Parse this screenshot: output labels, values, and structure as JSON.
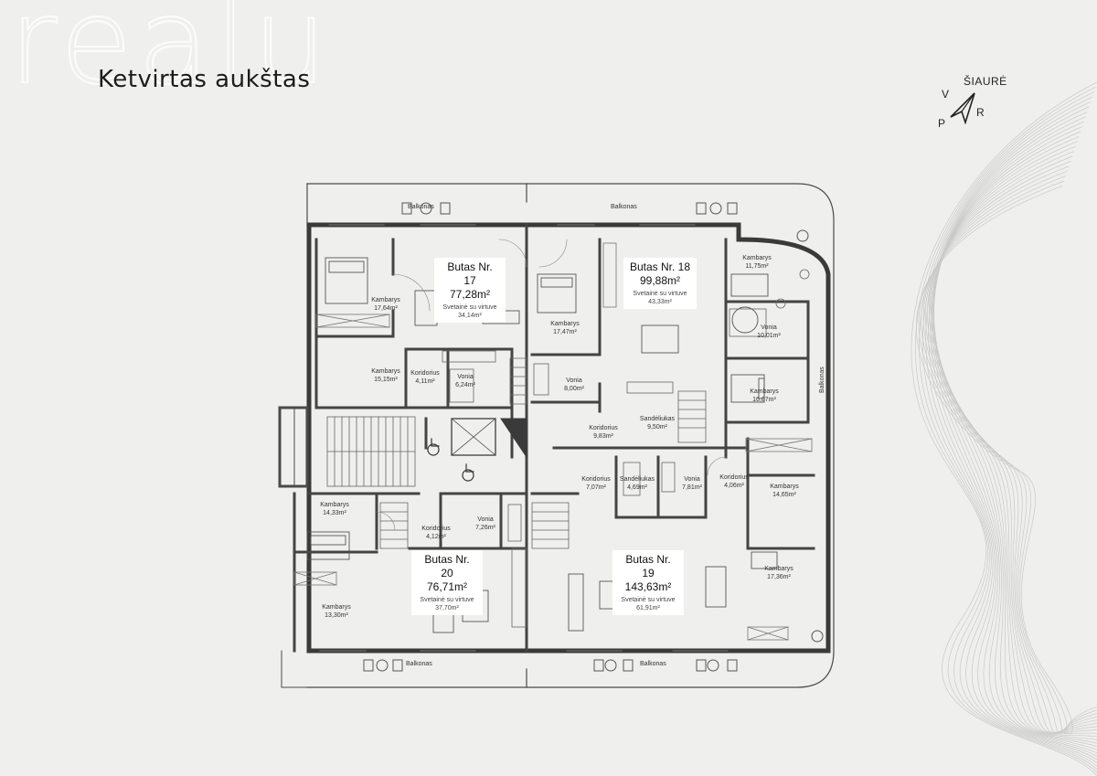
{
  "watermark": "realu",
  "title": "Ketvirtas aukštas",
  "compass": {
    "north": "ŠIAURĖ",
    "west": "V",
    "east": "R",
    "south": "P"
  },
  "colors": {
    "background": "#efefed",
    "wall": "#4a4a4a",
    "label_bg": "#ffffff",
    "contour": "#c9c9c9"
  },
  "apartments": [
    {
      "nr": "Butas Nr. 17",
      "area": "77,28m²",
      "living": "Svetainė su virtuve",
      "living_area": "34,14m²"
    },
    {
      "nr": "Butas Nr. 18",
      "area": "99,88m²",
      "living": "Svetainė su virtuve",
      "living_area": "43,33m²"
    },
    {
      "nr": "Butas Nr. 20",
      "area": "76,71m²",
      "living": "Svetainė su virtuve",
      "living_area": "37,70m²"
    },
    {
      "nr": "Butas Nr. 19",
      "area": "143,63m²",
      "living": "Svetainė su virtuve",
      "living_area": "61,91m²"
    }
  ],
  "balconies": [
    "Balkonas",
    "Balkonas",
    "Balkonas",
    "Balkonas",
    "Balkonas"
  ],
  "rooms": [
    {
      "name": "Kambarys",
      "area": "17,64m²"
    },
    {
      "name": "Kambarys",
      "area": "15,15m²"
    },
    {
      "name": "Koridorius",
      "area": "4,11m²"
    },
    {
      "name": "Vonia",
      "area": "6,24m²"
    },
    {
      "name": "Kambarys",
      "area": "17,47m²"
    },
    {
      "name": "Vonia",
      "area": "8,00m²"
    },
    {
      "name": "Kambarys",
      "area": "11,75m²"
    },
    {
      "name": "Vonia",
      "area": "10,01m²"
    },
    {
      "name": "Kambarys",
      "area": "16,07m²"
    },
    {
      "name": "Sandėliukas",
      "area": "9,50m²"
    },
    {
      "name": "Koridorius",
      "area": "9,83m²"
    },
    {
      "name": "Koridorius",
      "area": "7,07m²"
    },
    {
      "name": "Sandėliukas",
      "area": "4,69m²"
    },
    {
      "name": "Vonia",
      "area": "7,81m²"
    },
    {
      "name": "Koridorius",
      "area": "4,06m²"
    },
    {
      "name": "Kambarys",
      "area": "14,65m²"
    },
    {
      "name": "Kambarys",
      "area": "14,33m²"
    },
    {
      "name": "Koridorius",
      "area": "4,12m²"
    },
    {
      "name": "Vonia",
      "area": "7,26m²"
    },
    {
      "name": "Kambarys",
      "area": "13,30m²"
    },
    {
      "name": "Kambarys",
      "area": "17,36m²"
    }
  ]
}
